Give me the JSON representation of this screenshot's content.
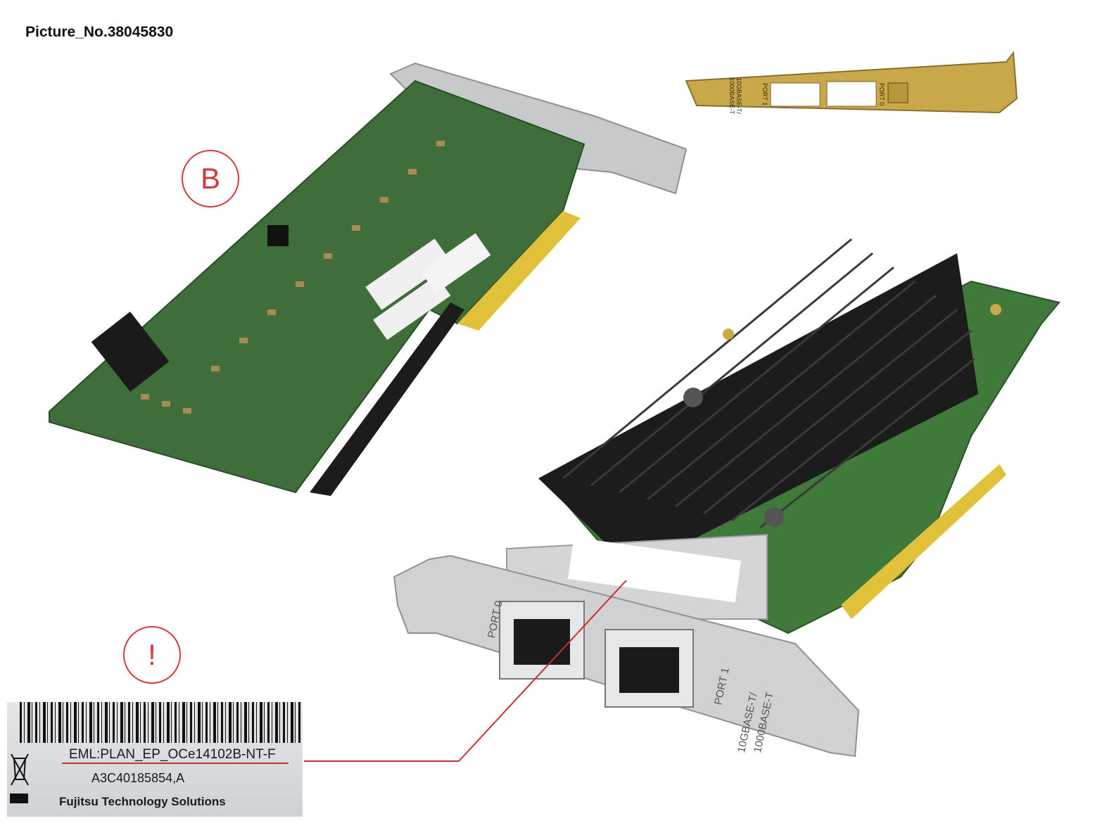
{
  "caption": "Picture_No.38045830",
  "markers": {
    "b": "B",
    "warning": "!"
  },
  "label_inset": {
    "line1": "EML:PLAN_EP_OCe14102B-NT-F",
    "line2": "A3C40185854,A",
    "line3": "Fujitsu Technology Solutions"
  },
  "bracket_small": {
    "port1": "PORT 1",
    "port0": "PORT 0",
    "speed1": "10GBASE-T/",
    "speed2": "1000BASE-T"
  },
  "card_front": {
    "port0": "PORT 0",
    "port1": "PORT 1",
    "speed1": "10GBASE-T/",
    "speed2": "1000BASE-T"
  },
  "colors": {
    "marker": "#d23a3a",
    "pcb": "#3f6e3a",
    "heatsink": "#1c1c1c",
    "bracket_gold": "#c9a84a",
    "bracket_silver": "#c7c9cb",
    "contacts": "#e2c13a"
  }
}
